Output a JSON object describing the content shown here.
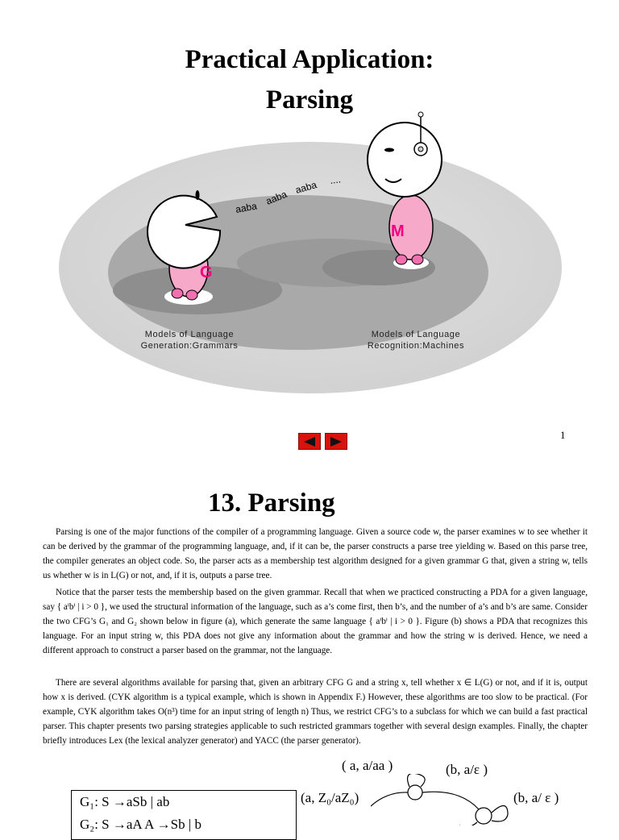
{
  "slide": {
    "title_line1": "Practical Application:",
    "title_line2": "Parsing",
    "caption_left_line1": "Models of Language",
    "caption_left_line2": "Generation:Grammars",
    "caption_right_line1": "Models of Language",
    "caption_right_line2": "Recognition:Machines",
    "word1": "aaba",
    "word2": "aaba",
    "word3": "aaba",
    "dots": "....",
    "left_badge": "G",
    "right_badge": "M",
    "page_number": "1",
    "colors": {
      "nav_button": "#d8120c",
      "character_body": "#f6a9c9"
    }
  },
  "nav": {
    "prev_icon": "triangle-left-icon",
    "next_icon": "triangle-right-icon"
  },
  "chapter": {
    "title": "13. Parsing",
    "paragraphs": [
      "Parsing is one of the major functions of the compiler of a programming language. Given a source code w, the parser examines w to see whether it can be derived by the grammar of the programming language, and, if it can be, the parser constructs a parse tree yielding w. Based on this parse tree, the compiler generates an object code. So, the parser acts as a membership test algorithm designed for a given grammar G that, given a string w, tells us whether w is in L(G) or not, and, if it is, outputs a parse tree.",
      "Notice that the parser tests the membership based on the given grammar. Recall that when we practiced constructing a PDA for a given language, say { aⁱbⁱ | i > 0 }, we used the structural information of the language, such as a’s come first, then b’s, and the number of a’s and b’s are same. Consider the two CFG’s G₁ and G₂ shown below in figure (a), which generate the same language { aⁱbⁱ | i > 0 }. Figure (b) shows a PDA that recognizes this language. For an input string w, this PDA does not give any information about the grammar and how the string w is derived. Hence, we need a different approach to construct a parser based on the grammar, not the language.",
      "There are several algorithms available for parsing that, given an arbitrary CFG G and a string x, tell whether x ∈ L(G) or not, and if it is, output how x is derived. (CYK algorithm is a typical example, which is shown in Appendix F.) However, these algorithms are too slow to be practical. (For example, CYK algorithm takes O(n³) time for an input string of length n) Thus, we restrict CFG’s to a subclass for which we can build a fast practical parser. This chapter presents two parsing strategies applicable to such restricted grammars together with several design examples. Finally, the chapter briefly introduces Lex (the lexical analyzer generator) and YACC (the parser generator)."
    ]
  },
  "figure_a": {
    "g1": "G₁:   S →aSb | ab",
    "g2": "G₂:   S →aA     A →Sb | b"
  },
  "figure_b": {
    "label1": "( a, a/aa )",
    "label2": "(b, a/ε  )",
    "label3": "(a, Z₀/aZ₀)",
    "label4": "(b, a/ ε  )"
  }
}
